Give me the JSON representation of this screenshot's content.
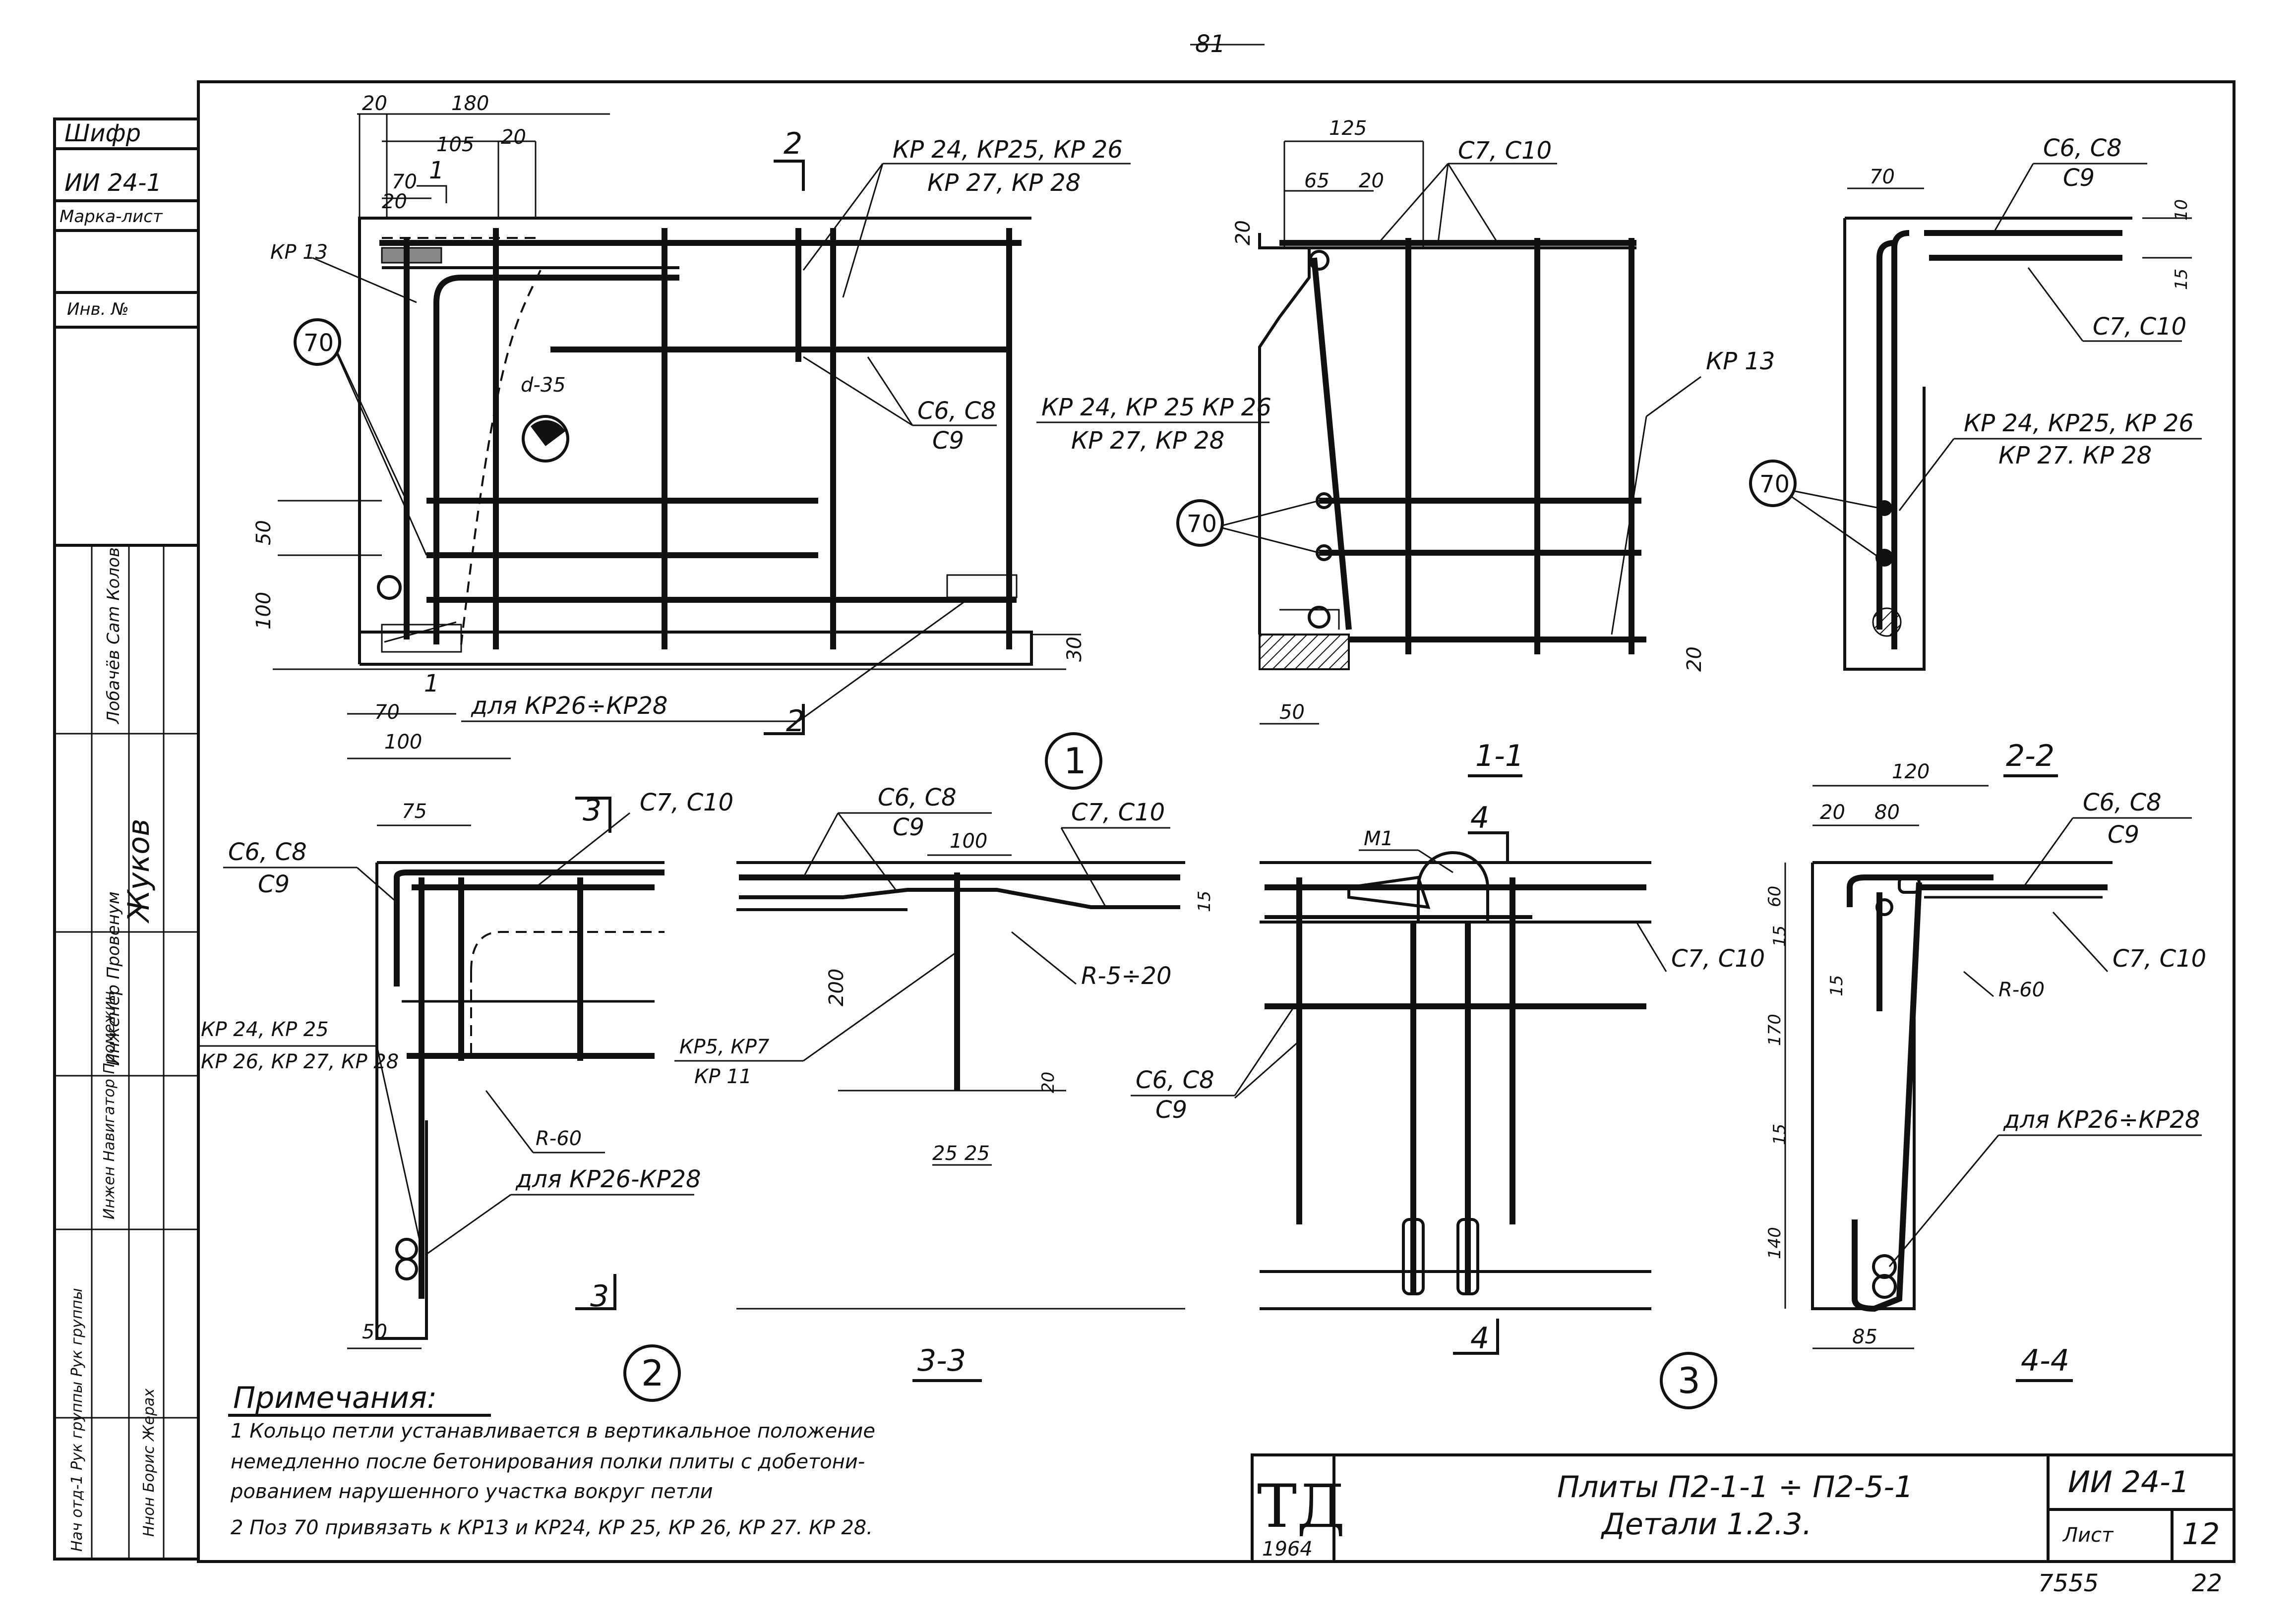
{
  "page_number": "81",
  "left_stamp": {
    "rows": [
      "Шифр",
      "ИИ 24-1",
      "Марка-лист",
      "",
      "Инв. №",
      ""
    ],
    "staff": [
      "Лобачёв Cam Колов",
      "Жуков",
      "Инженер Провенум",
      "Инжен Навигатор Промежин",
      "Нач отд-1 Рук группы Рук группы",
      "Ннон Борис Жерах"
    ]
  },
  "views": {
    "v1": {
      "marker": "1",
      "dims_top": [
        "20",
        "180",
        "105",
        "20",
        "70",
        "20"
      ],
      "section_top": "2",
      "section_bottom": "2",
      "section_cut": "1",
      "bars_top": [
        "КР 24, КР25, КР 26",
        "КР 27, КР 28"
      ],
      "bars_mid": [
        "С6, С8",
        "С9"
      ],
      "bars_right": [
        "КР 24, КР 25 КР 26",
        "КР 27, КР 28"
      ],
      "kp13": "КР 13",
      "pos70": "70",
      "hole": "d-35",
      "dims_left": [
        "50",
        "100"
      ],
      "dims_right": "30",
      "dims_bottom": [
        "70",
        "100"
      ],
      "note": "для КР26÷КР28"
    },
    "s11": {
      "title": "1-1",
      "dims_top": [
        "125",
        "65",
        "20"
      ],
      "left_dim": "20",
      "bars": "С7, С10",
      "kp13": "КР 13",
      "pos70": "70",
      "bottom_dim": "50",
      "right_dim": "20"
    },
    "s22": {
      "title": "2-2",
      "dim_top": "70",
      "bars_top": [
        "С6, С8",
        "С9"
      ],
      "dims_right": [
        "10",
        "15"
      ],
      "bars_mid": "С7, С10",
      "bars_low": [
        "КР 24, КР25, КР 26",
        "КР 27. КР 28"
      ],
      "pos70": "70"
    },
    "v2": {
      "marker": "2",
      "dim_top": "75",
      "section": "3",
      "bars_top": "С7, С10",
      "bars_left": [
        "С6, С8",
        "С9"
      ],
      "kp_left": [
        "КР 24, КР 25",
        "КР 26, КР 27, КР 28"
      ],
      "radius": "R-60",
      "note": "для КР26-КР28",
      "dim_bottom": "50"
    },
    "s33": {
      "title": "3-3",
      "bars_a": [
        "С6, С8",
        "С9"
      ],
      "bars_b": "С7, С10",
      "dim_100": "100",
      "dim_15": "15",
      "dim_200": "200",
      "radius": "R-5÷20",
      "kp": [
        "КР5, КР7",
        "КР 11"
      ],
      "dims_bottom": [
        "25",
        "25"
      ],
      "dim_20": "20"
    },
    "v3": {
      "marker": "3",
      "m1": "М1",
      "section": "4",
      "bars_right": "С7, С10",
      "bars_left": [
        "С6, С8",
        "С9"
      ]
    },
    "s44": {
      "title": "4-4",
      "dims_top": [
        "120",
        "20",
        "80"
      ],
      "bars_top": [
        "С6, С8",
        "С9"
      ],
      "bars_right": "С7, С10",
      "radius": "R-60",
      "dims_left": [
        "60",
        "15",
        "15",
        "170",
        "15",
        "140"
      ],
      "note": "для КР26÷КР28",
      "dim_bottom": "85"
    }
  },
  "notes": {
    "heading": "Примечания:",
    "lines": [
      "1 Кольцо петли устанавливается в вертикальное положение",
      "немедленно после бетонирования полки плиты с добетони-",
      "рованием нарушенного участка вокруг петли",
      "2 Поз 70 привязать к КР13 и КР24, КР 25, КР 26, КР 27. КР 28."
    ]
  },
  "title_block": {
    "logo": "ТД",
    "year": "1964",
    "title_line1": "Плиты П2-1-1 ÷ П2-5-1",
    "title_line2": "Детали 1.2.3.",
    "code": "ИИ 24-1",
    "sheet_label": "Лист",
    "sheet_number": "12"
  },
  "footer": {
    "left": "7555",
    "right": "22"
  }
}
